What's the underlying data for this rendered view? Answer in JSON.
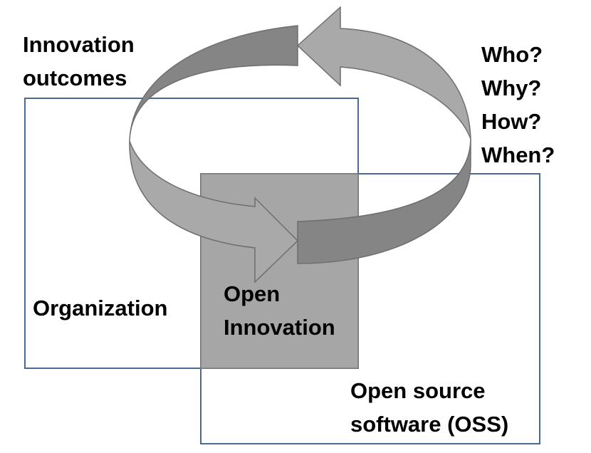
{
  "labels": {
    "innovation_outcomes": [
      "Innovation",
      "outcomes"
    ],
    "questions": [
      "Who?",
      "Why?",
      "How?",
      "When?"
    ],
    "organization": "Organization",
    "open_innovation": [
      "Open",
      "Innovation"
    ],
    "oss": [
      "Open source",
      "software (OSS)"
    ]
  },
  "colors": {
    "box_border": "#4a6a94",
    "overlap_fill": "#a6a6a6",
    "overlap_border": "#7f7f7f",
    "arrow_light": "#a9a9a9",
    "arrow_dark": "#858585",
    "arrow_outline": "#6e6e6e",
    "text": "#000000"
  }
}
